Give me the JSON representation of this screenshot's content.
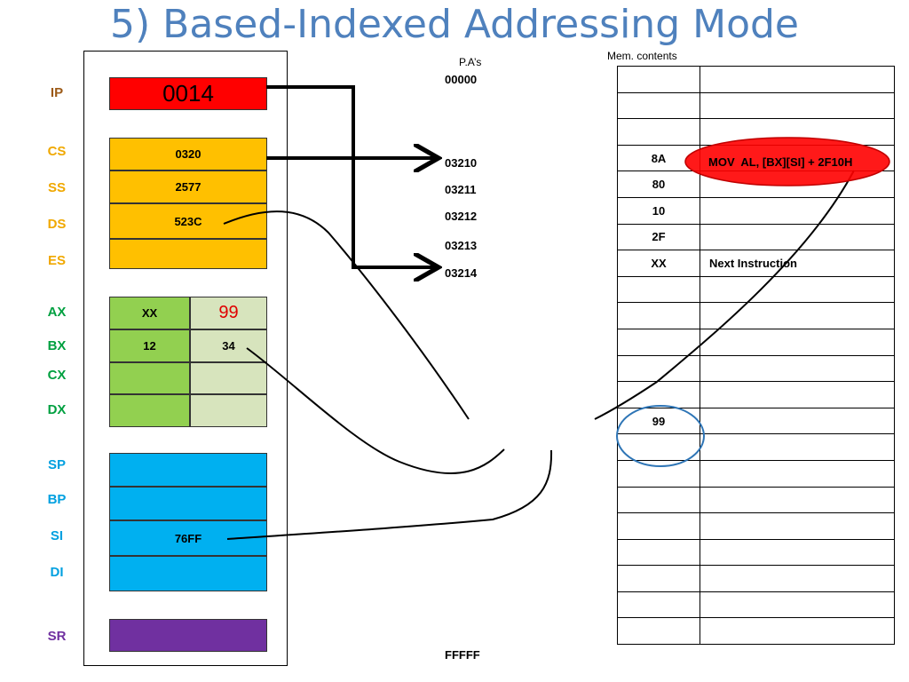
{
  "title": "5) Based-Indexed Addressing Mode",
  "registers": {
    "ip": {
      "label": "IP",
      "value": "0014"
    },
    "cs": {
      "label": "CS",
      "value": "0320"
    },
    "ss": {
      "label": "SS",
      "value": "2577"
    },
    "ds": {
      "label": "DS",
      "value": "523C"
    },
    "es": {
      "label": "ES",
      "value": ""
    },
    "ax": {
      "label": "AX",
      "high": "XX",
      "low": "99"
    },
    "bx": {
      "label": "BX",
      "high": "12",
      "low": "34"
    },
    "cx": {
      "label": "CX",
      "high": "",
      "low": ""
    },
    "dx": {
      "label": "DX",
      "high": "",
      "low": ""
    },
    "sp": {
      "label": "SP",
      "value": ""
    },
    "bp": {
      "label": "BP",
      "value": ""
    },
    "si": {
      "label": "SI",
      "value": "76FF"
    },
    "di": {
      "label": "DI",
      "value": ""
    },
    "sr": {
      "label": "SR",
      "value": ""
    }
  },
  "physical_addresses": {
    "header": "P.A’s",
    "start": "00000",
    "a03210": "03210",
    "a03211": "03211",
    "a03212": "03212",
    "a03213": "03213",
    "a03214": "03214",
    "end": "FFFFF"
  },
  "memory": {
    "header": "Mem. contents",
    "rows": [
      {
        "value": "",
        "note": ""
      },
      {
        "value": "",
        "note": ""
      },
      {
        "value": "",
        "note": ""
      },
      {
        "value": "8A",
        "note": "MOV  AL, [BX][SI] + 2F10H"
      },
      {
        "value": "80",
        "note": ""
      },
      {
        "value": "10",
        "note": ""
      },
      {
        "value": "2F",
        "note": ""
      },
      {
        "value": "XX",
        "note": "Next Instruction"
      },
      {
        "value": "",
        "note": ""
      },
      {
        "value": "",
        "note": ""
      },
      {
        "value": "",
        "note": ""
      },
      {
        "value": "",
        "note": ""
      },
      {
        "value": "",
        "note": ""
      },
      {
        "value": "99",
        "note": ""
      },
      {
        "value": "",
        "note": ""
      },
      {
        "value": "",
        "note": ""
      },
      {
        "value": "",
        "note": ""
      },
      {
        "value": "",
        "note": ""
      },
      {
        "value": "",
        "note": ""
      },
      {
        "value": "",
        "note": ""
      },
      {
        "value": "",
        "note": ""
      },
      {
        "value": "",
        "note": ""
      }
    ]
  },
  "colors": {
    "title": "#4f81bd",
    "ip": "#ff0000",
    "segment": "#ffc000",
    "general": "#92d050",
    "general_low": "#d7e4bd",
    "pointer": "#00b0f0",
    "sr": "#7030a0",
    "highlight_red": "#ff0000",
    "highlight_blue": "#2e75b6"
  }
}
